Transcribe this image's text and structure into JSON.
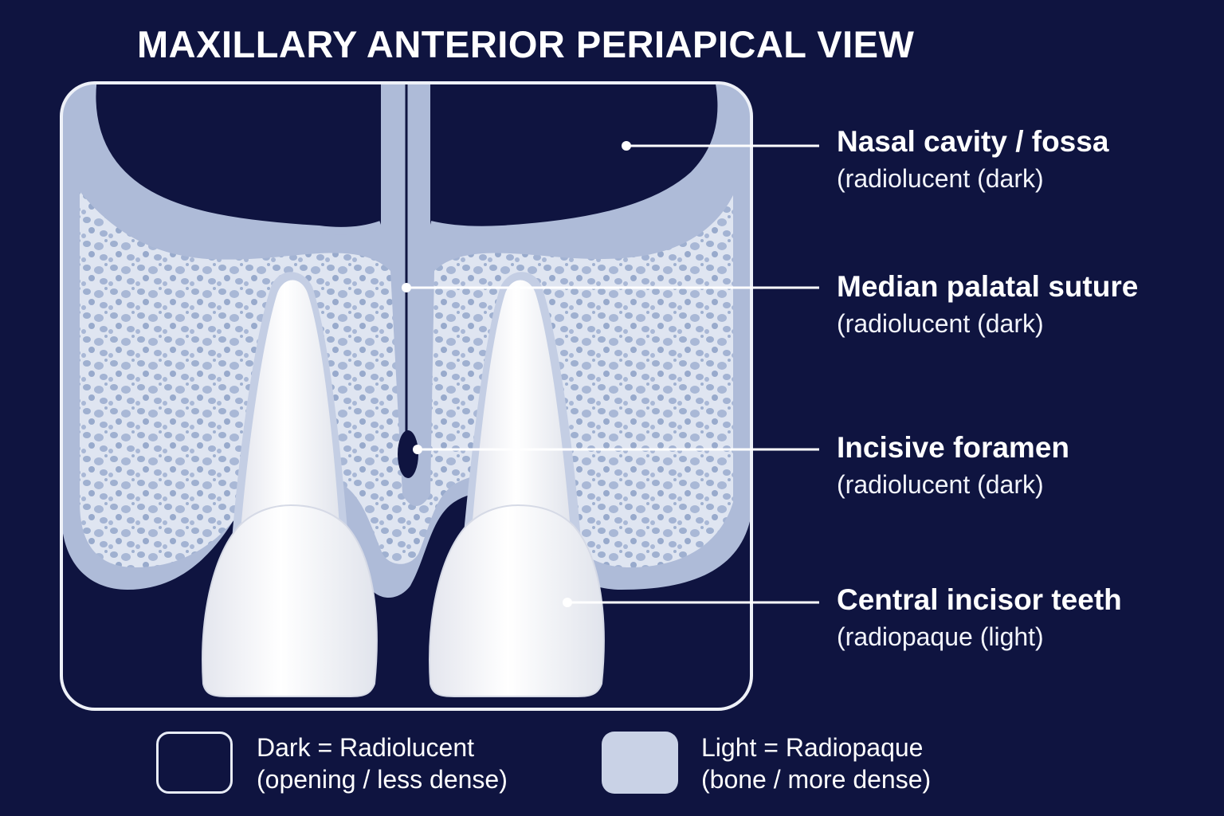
{
  "title": "MAXILLARY ANTERIOR PERIAPICAL VIEW",
  "labels": [
    {
      "name": "Nasal cavity / fossa",
      "note": "(radiolucent (dark)"
    },
    {
      "name": "Median palatal suture",
      "note": "(radiolucent (dark)"
    },
    {
      "name": "Incisive foramen",
      "note": "(radiolucent (dark)"
    },
    {
      "name": "Central incisor teeth",
      "note": "(radiopaque (light)"
    }
  ],
  "legend": {
    "dark": {
      "line1": "Dark = Radiolucent",
      "line2": "(opening / less dense)",
      "color": "#0f1440"
    },
    "light": {
      "line1": "Light = Radiopaque",
      "line2": "(bone / more dense)",
      "color": "#c9d2e6"
    }
  },
  "colors": {
    "background": "#0f1440",
    "cortical_bone": "#aebbd8",
    "cancellous_bone": "#dde3f0",
    "tooth": "#f7f7f9"
  }
}
